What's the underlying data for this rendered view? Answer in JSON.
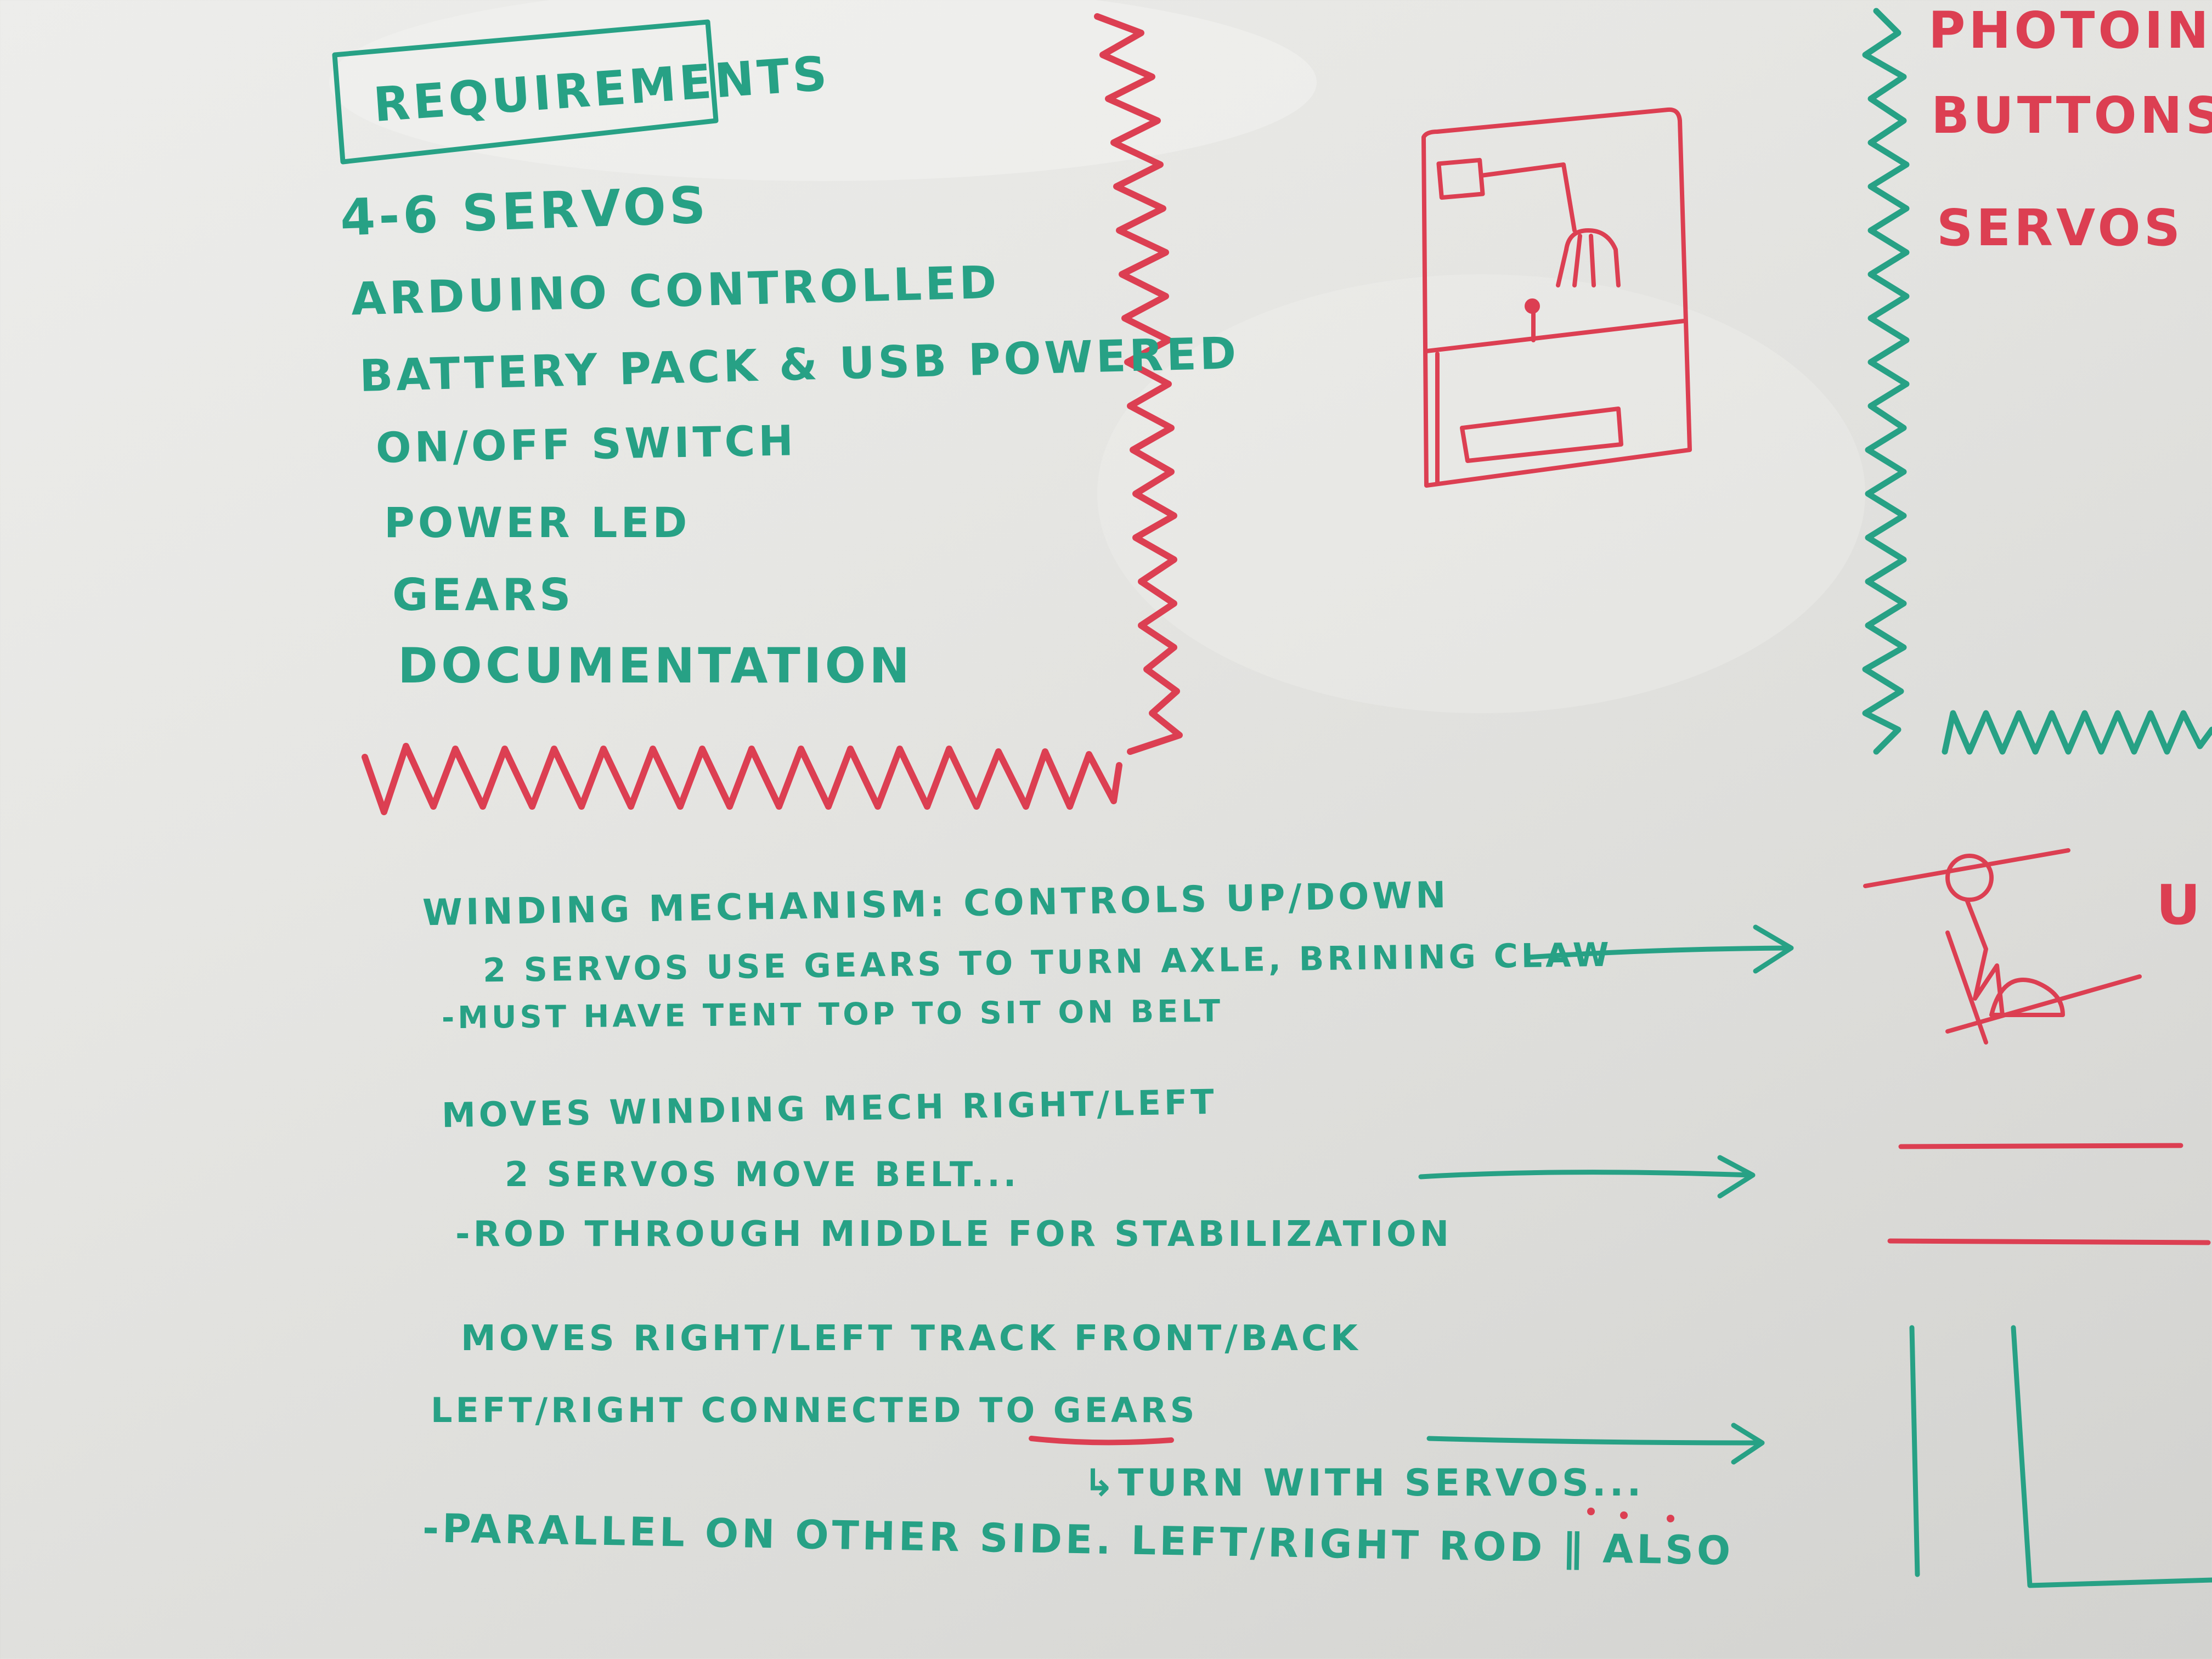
{
  "colors": {
    "green_marker": "#27a185",
    "red_marker": "#dc3f52",
    "board": "#e6e6e3"
  },
  "requirements": {
    "heading": "REQUIREMENTS",
    "items": [
      "4-6 SERVOS",
      "ARDUINO CONTROLLED",
      "BATTERY PACK & USB POWERED",
      "ON/OFF SWITCH",
      "POWER LED",
      "GEARS",
      "DOCUMENTATION"
    ]
  },
  "top_right": [
    "PHOTOINTE",
    "BUTTONS",
    "SERVOS"
  ],
  "winding": {
    "title": "WINDING MECHANISM: CONTROLS UP/DOWN",
    "line1": "2 SERVOS USE GEARS TO TURN AXLE, BRINING CLAW",
    "line2": "-MUST HAVE TENT TOP TO SIT ON BELT"
  },
  "moves_winding": {
    "title": "MOVES WINDING MECH RIGHT/LEFT",
    "line1": "2 SERVOS MOVE BELT...",
    "line2": "-ROD THROUGH MIDDLE FOR STABILIZATION"
  },
  "moves_track": {
    "title": "MOVES RIGHT/LEFT TRACK FRONT/BACK",
    "line1": "LEFT/RIGHT CONNECTED TO GEARS",
    "line2": "↳TURN WITH SERVOS...",
    "line3": "-PARALLEL ON OTHER SIDE. LEFT/RIGHT ROD ∥ ALSO"
  },
  "right_edge_label": "U"
}
